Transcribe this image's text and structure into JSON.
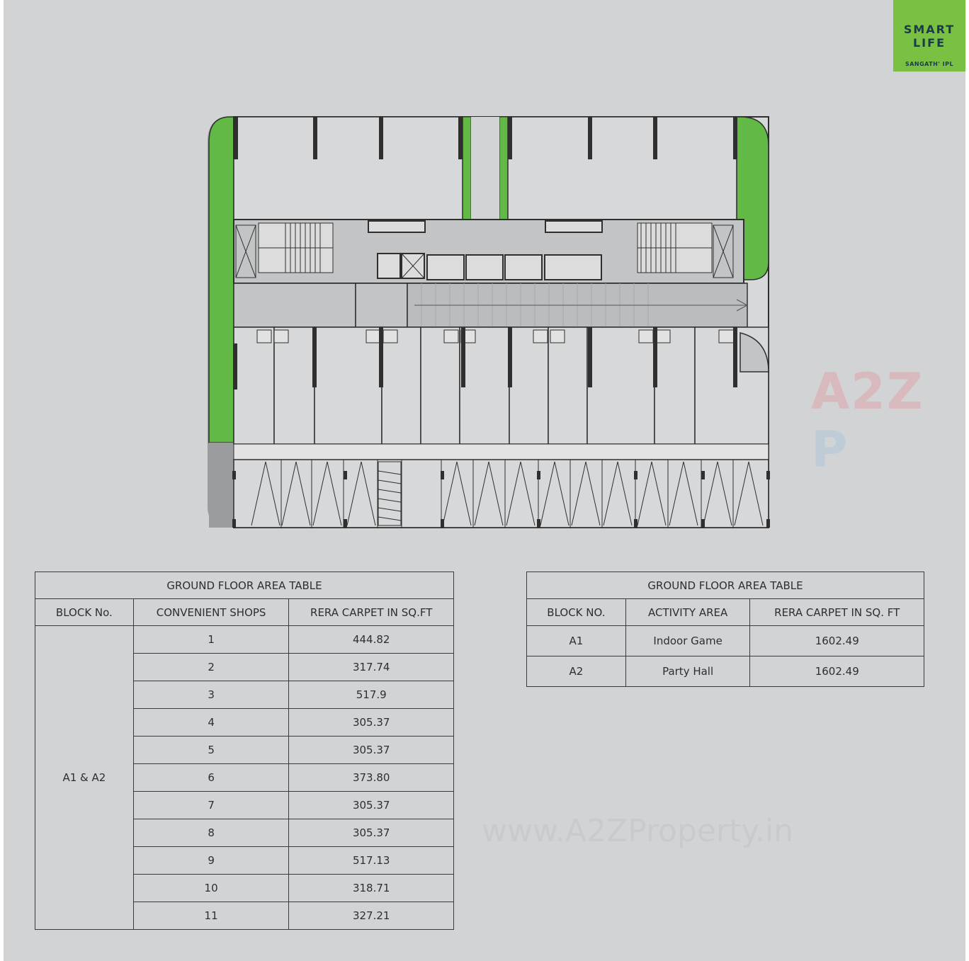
{
  "brand": {
    "line1": "SMART",
    "line2": "LIFE",
    "line3": "SANGATH' IPL",
    "color": "#79c043"
  },
  "watermark": {
    "logo_a2z": "A2Z",
    "logo_p": "P",
    "url": "www.A2ZProperty.in"
  },
  "floor_plan": {
    "green_color": "#62b946",
    "floor_color": "#d7d8da",
    "wall_color": "#2f2f2f"
  },
  "shops_table": {
    "title": "GROUND FLOOR AREA TABLE",
    "headers": [
      "BLOCK No.",
      "CONVENIENT SHOPS",
      "RERA CARPET IN SQ.FT"
    ],
    "block": "A1 & A2",
    "rows": [
      {
        "shop": "1",
        "area": "444.82"
      },
      {
        "shop": "2",
        "area": "317.74"
      },
      {
        "shop": "3",
        "area": "517.9"
      },
      {
        "shop": "4",
        "area": "305.37"
      },
      {
        "shop": "5",
        "area": "305.37"
      },
      {
        "shop": "6",
        "area": "373.80"
      },
      {
        "shop": "7",
        "area": "305.37"
      },
      {
        "shop": "8",
        "area": "305.37"
      },
      {
        "shop": "9",
        "area": "517.13"
      },
      {
        "shop": "10",
        "area": "318.71"
      },
      {
        "shop": "11",
        "area": "327.21"
      }
    ]
  },
  "activity_table": {
    "title": "GROUND FLOOR AREA TABLE",
    "headers": [
      "BLOCK NO.",
      "ACTIVITY AREA",
      "RERA CARPET IN SQ. FT"
    ],
    "rows": [
      {
        "block": "A1",
        "activity": "Indoor Game",
        "area": "1602.49"
      },
      {
        "block": "A2",
        "activity": "Party Hall",
        "area": "1602.49"
      }
    ]
  }
}
